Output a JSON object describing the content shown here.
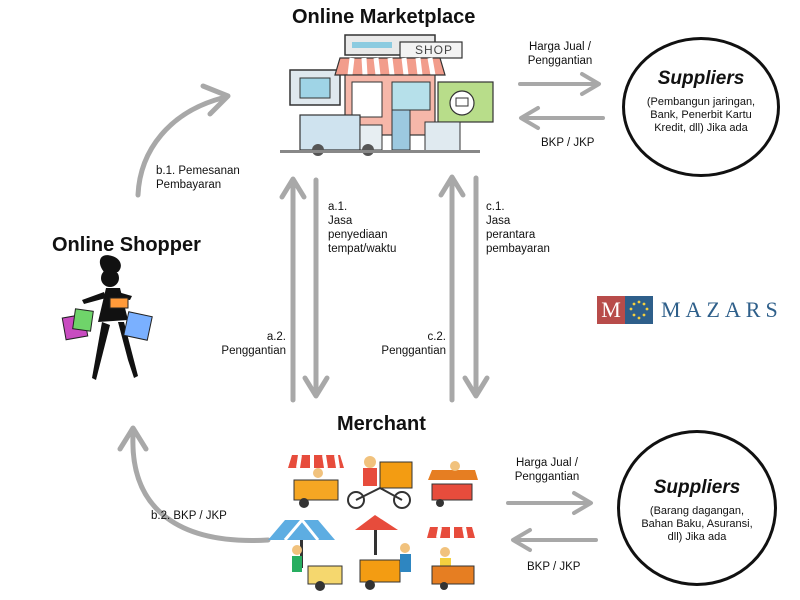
{
  "marketplace": {
    "title": "Online Marketplace",
    "shop_sign": "SHOP"
  },
  "shopper": {
    "title": "Online Shopper"
  },
  "merchant": {
    "title": "Merchant"
  },
  "suppliers_top": {
    "title": "Suppliers",
    "desc": "(Pembangun jaringan,\nBank, Penerbit Kartu\nKredit, dll) Jika ada"
  },
  "suppliers_bottom": {
    "title": "Suppliers",
    "desc": "(Barang dagangan,\nBahan Baku, Asuransi,\ndll) Jika ada"
  },
  "labels": {
    "harga_top": "Harga Jual /\nPenggantian",
    "bkp_top": "BKP / JKP",
    "b1": "b.1. Pemesanan\nPembayaran",
    "a1": "a.1.\nJasa\npenyediaan\ntempat/waktu",
    "c1": "c.1.\nJasa\nperantara\npembayaran",
    "a2": "a.2.\nPenggantian",
    "c2": "c.2.\nPenggantian",
    "b2": "b.2. BKP / JKP",
    "harga_bottom": "Harga Jual /\nPenggantian",
    "bkp_bottom": "BKP / JKP"
  },
  "logo": {
    "letter": "M",
    "word": "MAZARS",
    "colors": {
      "red": "#b84c4a",
      "blue": "#2e5f8a"
    }
  },
  "colors": {
    "arrow": "#a8a8a8",
    "arrow_dark": "#8a8a8a"
  }
}
